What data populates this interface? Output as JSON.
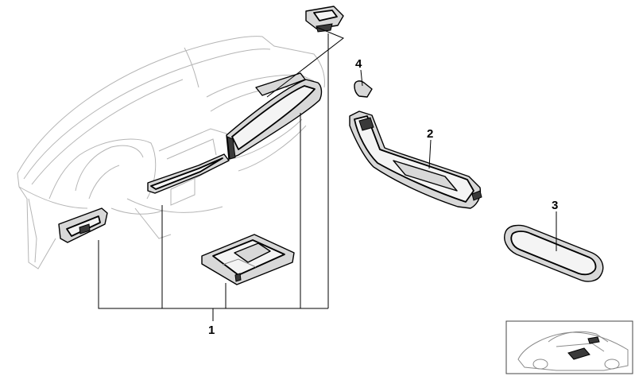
{
  "callouts": [
    {
      "id": "1",
      "label": "1"
    },
    {
      "id": "2",
      "label": "2"
    },
    {
      "id": "3",
      "label": "3"
    },
    {
      "id": "4",
      "label": "4"
    }
  ],
  "thumbnail": {
    "icon": "car-thumbnail-icon"
  }
}
